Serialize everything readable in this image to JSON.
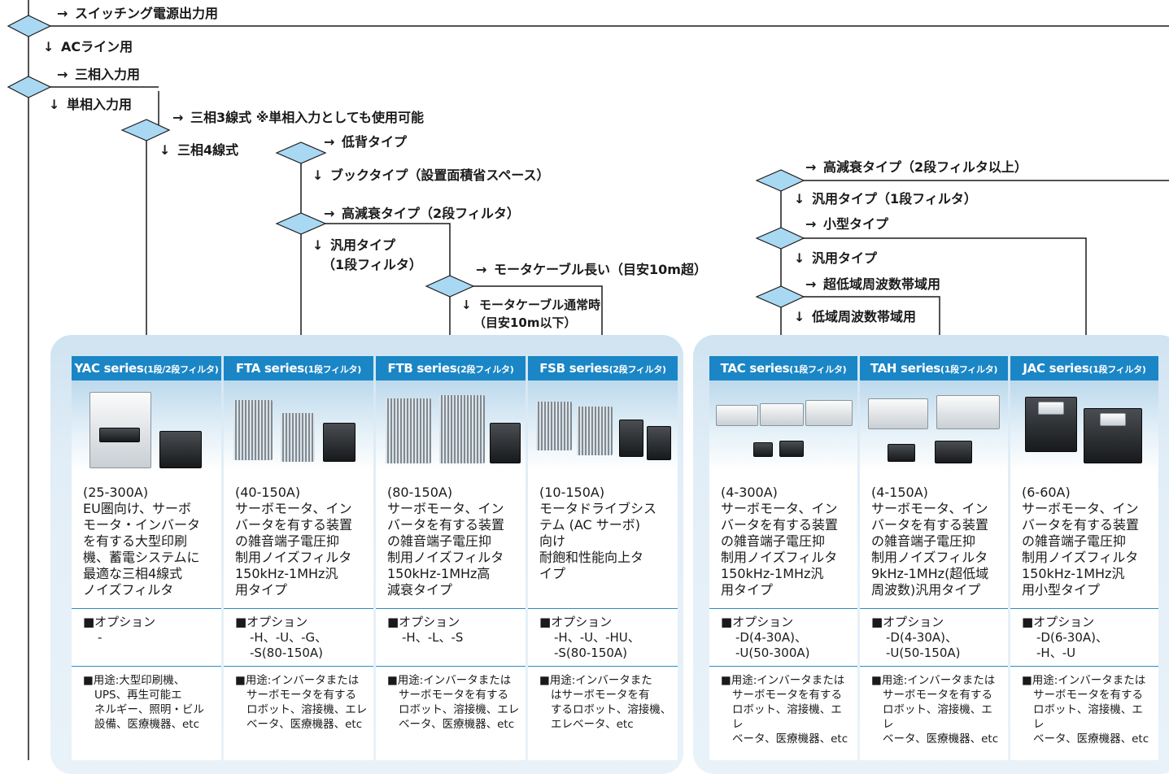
{
  "flow": [
    {
      "id": "switching",
      "arrow": "→",
      "text": "スイッチング電源出力用"
    },
    {
      "id": "ac_line",
      "arrow": "↓",
      "text": "ACライン用"
    },
    {
      "id": "three_phase",
      "arrow": "→",
      "text": "三相入力用"
    },
    {
      "id": "single_phase",
      "arrow": "↓",
      "text": "単相入力用"
    },
    {
      "id": "three_wire",
      "arrow": "→",
      "text": "三相3線式 ※単相入力としても使用可能"
    },
    {
      "id": "four_wire",
      "arrow": "↓",
      "text": "三相4線式"
    },
    {
      "id": "low_profile",
      "arrow": "→",
      "text": "低背タイプ"
    },
    {
      "id": "book_type",
      "arrow": "↓",
      "text": "ブックタイプ（設置面積省スペース）"
    },
    {
      "id": "high_att_2",
      "arrow": "→",
      "text": "高減衰タイプ（2段フィルタ）"
    },
    {
      "id": "general_1_line1",
      "arrow": "↓",
      "text": "汎用タイプ"
    },
    {
      "id": "general_1_line2",
      "arrow": "",
      "text": "（1段フィルタ）"
    },
    {
      "id": "motor_long",
      "arrow": "→",
      "text": "モータケーブル長い（目安10m超）"
    },
    {
      "id": "motor_normal_line1",
      "arrow": "↓",
      "text": "モータケーブル通常時"
    },
    {
      "id": "motor_normal_line2",
      "arrow": "",
      "text": "（目安10m以下）"
    },
    {
      "id": "high_att_2plus",
      "arrow": "→",
      "text": "高減衰タイプ（2段フィルタ以上）"
    },
    {
      "id": "general_single",
      "arrow": "↓",
      "text": "汎用タイプ（1段フィルタ）"
    },
    {
      "id": "small_type",
      "arrow": "→",
      "text": "小型タイプ"
    },
    {
      "id": "general_type",
      "arrow": "↓",
      "text": "汎用タイプ"
    },
    {
      "id": "ultra_low_freq",
      "arrow": "→",
      "text": "超低域周波数帯域用"
    },
    {
      "id": "low_freq",
      "arrow": "↓",
      "text": "低域周波数帯域用"
    }
  ],
  "products": [
    {
      "series": "YAC series",
      "stage": "(1段/2段フィルタ)",
      "range": "(25-300A)",
      "desc": [
        "EU圏向け、サーボ",
        "モータ・インバータ",
        "を有する大型印刷",
        "機、蓄電システムに",
        "最適な三相4線式",
        "ノイズフィルタ"
      ],
      "option_title": "■オプション",
      "options": [
        "-"
      ],
      "use_title": "■用途:大型印刷機、",
      "use": [
        "UPS、再生可能エ",
        "ネルギー、照明・ビル",
        "設備、医療機器、etc"
      ]
    },
    {
      "series": "FTA series",
      "stage": "(1段フィルタ)",
      "range": "(40-150A)",
      "desc": [
        "サーボモータ、イン",
        "バータを有する装置",
        "の雑音端子電圧抑",
        "制用ノイズフィルタ",
        "150kHz-1MHz汎",
        "用タイプ"
      ],
      "option_title": "■オプション",
      "options": [
        "-H、-U、-G、",
        "-S(80-150A)"
      ],
      "use_title": "■用途:インバータまたは",
      "use": [
        "サーボモータを有する",
        "ロボット、溶接機、エレ",
        "ベータ、医療機器、etc"
      ]
    },
    {
      "series": "FTB series",
      "stage": "(2段フィルタ)",
      "range": "(80-150A)",
      "desc": [
        "サーボモータ、イン",
        "バータを有する装置",
        "の雑音端子電圧抑",
        "制用ノイズフィルタ",
        "150kHz-1MHz高",
        "減衰タイプ"
      ],
      "option_title": "■オプション",
      "options": [
        "-H、-L、-S"
      ],
      "use_title": "■用途:インバータまたは",
      "use": [
        "サーボモータを有する",
        "ロボット、溶接機、エレ",
        "ベータ、医療機器、etc"
      ]
    },
    {
      "series": "FSB series",
      "stage": "(2段フィルタ)",
      "range": "(10-150A)",
      "desc": [
        "モータドライブシス",
        "テム (AC サーボ)",
        "向け",
        "耐飽和性能向上タ",
        "イプ"
      ],
      "option_title": "■オプション",
      "options": [
        "-H、-U、-HU、",
        "-S(80-150A)"
      ],
      "use_title": "■用途:インバータまた",
      "use": [
        "はサーボモータを有",
        "するロボット、溶接機、",
        "エレベータ、etc"
      ]
    },
    {
      "series": "TAC series",
      "stage": "(1段フィルタ)",
      "range": "(4-300A)",
      "desc": [
        "サーボモータ、イン",
        "バータを有する装置",
        "の雑音端子電圧抑",
        "制用ノイズフィルタ",
        "150kHz-1MHz汎",
        "用タイプ"
      ],
      "option_title": "■オプション",
      "options": [
        "-D(4-30A)、",
        "-U(50-300A)"
      ],
      "use_title": "■用途:インバータまたは",
      "use": [
        "サーボモータを有する",
        "ロボット、溶接機、エレ",
        "ベータ、医療機器、etc"
      ]
    },
    {
      "series": "TAH series",
      "stage": "(1段フィルタ)",
      "range": "(4-150A)",
      "desc": [
        "サーボモータ、イン",
        "バータを有する装置",
        "の雑音端子電圧抑",
        "制用ノイズフィルタ",
        "9kHz-1MHz(超低域",
        "周波数)汎用タイプ"
      ],
      "option_title": "■オプション",
      "options": [
        "-D(4-30A)、",
        "-U(50-150A)"
      ],
      "use_title": "■用途:インバータまたは",
      "use": [
        "サーボモータを有する",
        "ロボット、溶接機、エレ",
        "ベータ、医療機器、etc"
      ]
    },
    {
      "series": "JAC series",
      "stage": "(1段フィルタ)",
      "range": "(6-60A)",
      "desc": [
        "サーボモータ、イン",
        "バータを有する装置",
        "の雑音端子電圧抑",
        "制用ノイズフィルタ",
        "150kHz-1MHz汎",
        "用小型タイプ"
      ],
      "option_title": "■オプション",
      "options": [
        "-D(6-30A)、",
        "-H、-U"
      ],
      "use_title": "■用途:インバータまたは",
      "use": [
        "サーボモータを有する",
        "ロボット、溶接機、エレ",
        "ベータ、医療機器、etc"
      ]
    }
  ],
  "colors": {
    "accent": "#1a86c6",
    "diamond": "#a9d8f3",
    "line": "#1a1a1a",
    "panel": "#dcebf6"
  }
}
